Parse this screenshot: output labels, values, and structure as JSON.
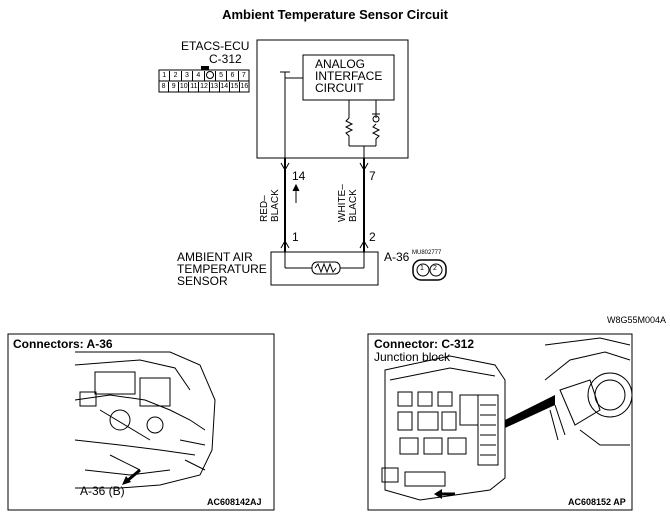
{
  "title": "Ambient Temperature Sensor Circuit",
  "ecu": {
    "name": "ETACS-ECU",
    "connector": "C-312"
  },
  "interface": {
    "line1": "ANALOG",
    "line2": "INTERFACE",
    "line3": "CIRCUIT"
  },
  "pins": {
    "ecu_left": "14",
    "ecu_right": "7",
    "sensor_left": "1",
    "sensor_right": "2"
  },
  "wires": {
    "left": "RED-\nBLACK",
    "left_l1": "RED–",
    "left_l2": "BLACK",
    "right_l1": "WHITE–",
    "right_l2": "BLACK"
  },
  "sensor": {
    "line1": "AMBIENT AIR",
    "line2": "TEMPERATURE",
    "line3": "SENSOR",
    "connector": "A-36",
    "part_no": "MU802777"
  },
  "c312_pins_top": [
    "1",
    "2",
    "3",
    "4",
    "",
    "5",
    "6",
    "7"
  ],
  "c312_pins_bottom": [
    "8",
    "9",
    "10",
    "11",
    "12",
    "13",
    "14",
    "15",
    "16"
  ],
  "sensor_pins": [
    "1",
    "2"
  ],
  "diagram_code": "W8G55M004A",
  "panel_left": {
    "title": "Connectors: A-36",
    "callout": "A-36 (B)",
    "code": "AC608142AJ"
  },
  "panel_right": {
    "title": "Connector: C-312",
    "subtitle": "Junction block",
    "code": "AC608152 AP"
  }
}
